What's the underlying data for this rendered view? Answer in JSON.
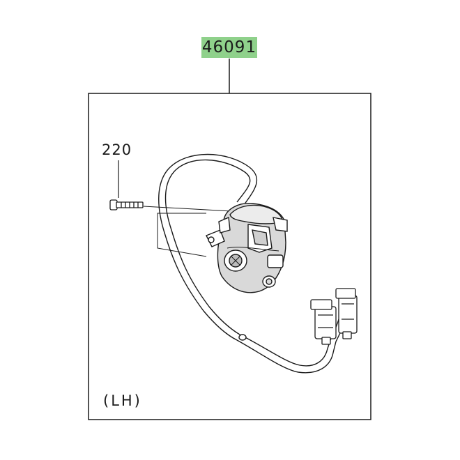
{
  "diagram": {
    "main_part_number": "46091",
    "bolt_part_number": "220",
    "side_designation": "(LH)",
    "highlight_color": "#8fd18b",
    "line_color": "#1a1a1a",
    "icons": {
      "switch": "handlebar-switch-assembly-icon",
      "bolt": "bolt-icon",
      "connector": "wire-connector-icon"
    }
  }
}
